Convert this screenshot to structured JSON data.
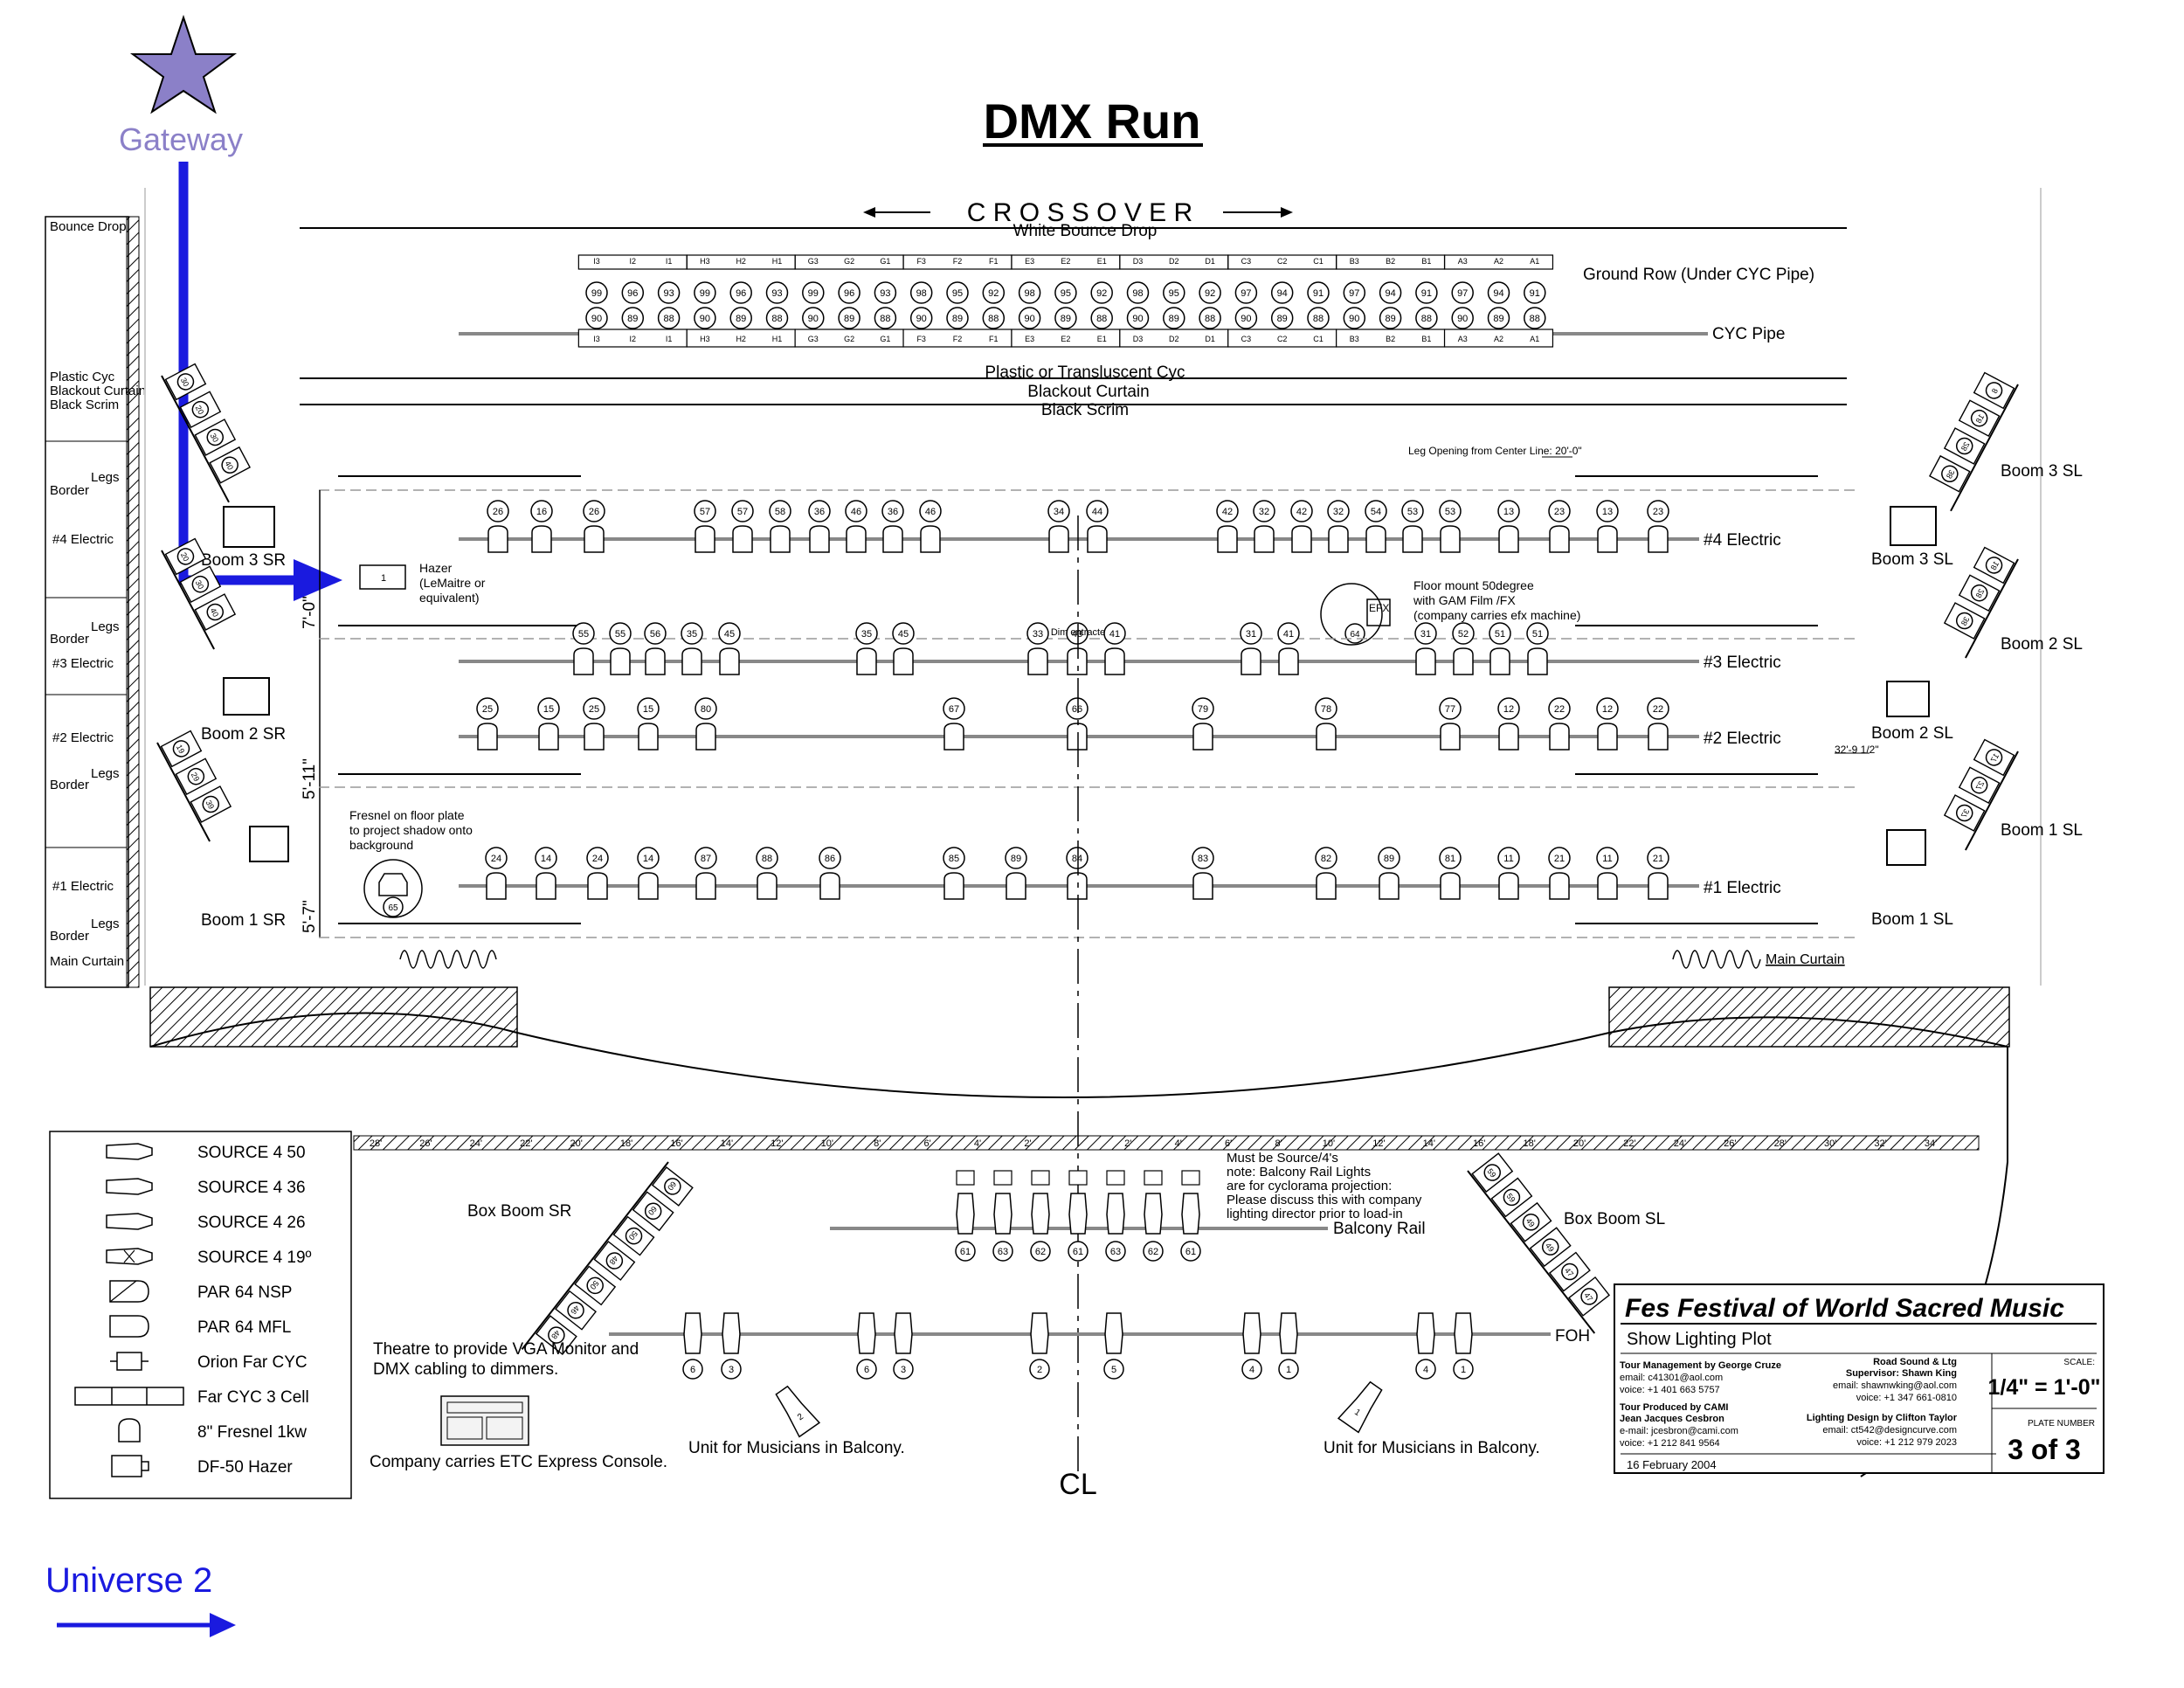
{
  "title": "DMX Run",
  "gateway": {
    "label": "Gateway",
    "color": "#8b80c8"
  },
  "universe": {
    "label": "Universe 2",
    "color": "#1a1adf"
  },
  "crossover": "C R O S S O V E R",
  "drops": {
    "white_bounce": "White Bounce Drop",
    "ground_row": "Ground Row  (Under CYC Pipe)",
    "cyc_pipe": "CYC Pipe",
    "plastic_cyc": "Plastic or Transluscent Cyc",
    "blackout": "Blackout Curtain",
    "black_scrim": "Black Scrim"
  },
  "section_labels": {
    "bounce_drop": "Bounce Drop",
    "plastic_cyc": "Plastic Cyc",
    "blackout_curtain": "Blackout Curtain",
    "black_scrim": "Black Scrim",
    "legs": "Legs",
    "border": "Border",
    "e4": "#4 Electric",
    "e3": "#3 Electric",
    "e2": "#2 Electric",
    "e1": "#1 Electric",
    "main_curtain": "Main Curtain"
  },
  "pipes": {
    "e4": "#4 Electric",
    "e3": "#3 Electric",
    "e2": "#2 Electric",
    "e1": "#1 Electric",
    "main_curtain": "Main Curtain",
    "balcony_rail": "Balcony Rail",
    "foh": "FOH"
  },
  "booms": {
    "boom3sr": "Boom 3 SR",
    "boom2sr": "Boom 2 SR",
    "boom1sr": "Boom 1 SR",
    "boom3sl_top": "Boom 3 SL",
    "boom3sl": "Boom 3 SL",
    "boom2sl_top": "Boom 2 SL",
    "boom2sl": "Boom 2 SL",
    "boom1sl_top": "Boom 1 SL",
    "boom1sl": "Boom 1 SL",
    "boxboom_sr": "Box Boom SR",
    "boxboom_sl": "Box Boom SL"
  },
  "dims": {
    "d1": "7'-0\"",
    "d2": "5'-11\"",
    "d3": "5'-7\"",
    "leg_opening": "Leg Opening from Center Line:  20'-0\"",
    "width": "32'-9 1/2\""
  },
  "notes": {
    "hazer": "Hazer\n(LeMaitre or\nequivalent)",
    "floor_mount": "Floor mount 50degree\nwith GAM Film /FX\n(company carries efx machine)",
    "fresnel": "Fresnel on floor plate\nto project shadow onto\nbackground",
    "balcony": "Must be Source/4's\nnote: Balcony Rail Lights\nare for cyclorama projection:\nPlease discuss this with company\nlighting director prior to load-in",
    "vga": "Theatre to provide VGA Monitor and\nDMX cabling to dimmers.",
    "console": "Company carries ETC Express Console.",
    "musicians_left": "Unit for Musicians in Balcony.",
    "musicians_right": "Unit for Musicians in Balcony.",
    "centerline": "CL",
    "efx": "EFX",
    "dim_entracte": "Dim entracte"
  },
  "legend": [
    {
      "icon": "source4-50-icon",
      "label": "SOURCE 4 50"
    },
    {
      "icon": "source4-36-icon",
      "label": "SOURCE 4 36"
    },
    {
      "icon": "source4-26-icon",
      "label": "SOURCE 4 26"
    },
    {
      "icon": "source4-19-icon",
      "label": "SOURCE 4 19º"
    },
    {
      "icon": "par64-nsp-icon",
      "label": "PAR 64 NSP"
    },
    {
      "icon": "par64-mfl-icon",
      "label": "PAR 64 MFL"
    },
    {
      "icon": "orion-cyc-icon",
      "label": "Orion Far CYC"
    },
    {
      "icon": "far-cyc-icon",
      "label": "Far CYC 3 Cell"
    },
    {
      "icon": "fresnel-icon",
      "label": "8\" Fresnel 1kw"
    },
    {
      "icon": "hazer-icon",
      "label": "DF-50 Hazer"
    }
  ],
  "title_block": {
    "show": "Fes  Festival of World Sacred Music",
    "subtitle": "Show Lighting Plot",
    "tour_mgmt": "Tour Management by George Cruze",
    "tour_email": "email: c41301@aol.com",
    "tour_voice": "voice: +1 401 663 5757",
    "produced": "Tour Produced by CAMI",
    "producer": "Jean Jacques Cesbron",
    "prod_email": "e-mail: jcesbron@cami.com",
    "prod_voice": "voice: +1 212 841 9564",
    "date": "16 February 2004",
    "road": "Road Sound & Ltg",
    "supervisor": "Supervisor: Shawn King",
    "sup_email": "email: shawnwking@aol.com",
    "sup_voice": "voice: +1 347 661-0810",
    "designer": "Lighting Design by Clifton Taylor",
    "des_email": "email: ct542@designcurve.com",
    "des_voice": "voice: +1 212 979 2023",
    "scale_label": "SCALE:",
    "scale": "1/4\" = 1'-0\"",
    "plate_label": "PLATE NUMBER",
    "plate": "3  of 3"
  },
  "ruler_labels": [
    "28'",
    "26'",
    "24'",
    "22'",
    "20'",
    "18'",
    "16'",
    "14'",
    "12'",
    "10'",
    "8'",
    "6'",
    "4'",
    "2'",
    "",
    "2'",
    "4'",
    "6'",
    "8'",
    "10'",
    "12'",
    "14'",
    "16'",
    "18'",
    "20'",
    "22'",
    "24'",
    "26'",
    "28'",
    "30'",
    "32'",
    "34'"
  ],
  "cyc_units": [
    "I3",
    "I2",
    "I1",
    "H3",
    "H2",
    "H1",
    "G3",
    "G2",
    "G1",
    "F3",
    "F2",
    "F1",
    "E3",
    "E2",
    "E1",
    "D3",
    "D2",
    "D1",
    "C3",
    "C2",
    "C1",
    "B3",
    "B2",
    "B1",
    "A3",
    "A2",
    "A1"
  ],
  "ground_row_channels": [
    "99",
    "96",
    "93",
    "99",
    "96",
    "93",
    "99",
    "96",
    "93",
    "98",
    "95",
    "92",
    "98",
    "95",
    "92",
    "98",
    "95",
    "92",
    "97",
    "94",
    "91",
    "97",
    "94",
    "91",
    "97",
    "94",
    "91"
  ],
  "cyc_channels": [
    "90",
    "89",
    "88",
    "90",
    "89",
    "88",
    "90",
    "89",
    "88",
    "90",
    "89",
    "88",
    "90",
    "89",
    "88",
    "90",
    "89",
    "88",
    "90",
    "89",
    "88",
    "90",
    "89",
    "88",
    "90",
    "89",
    "88"
  ],
  "e4_channels": [
    "26",
    "16",
    "26",
    "57",
    "57",
    "58",
    "36",
    "46",
    "36",
    "46",
    "34",
    "44",
    "42",
    "32",
    "42",
    "32",
    "54",
    "53",
    "53",
    "13",
    "23",
    "13",
    "23"
  ],
  "e3_channels": [
    "55",
    "55",
    "56",
    "35",
    "45",
    "35",
    "45",
    "33",
    "43",
    "41",
    "31",
    "41",
    "31",
    "52",
    "51",
    "51"
  ],
  "e2_channels": [
    "25",
    "15",
    "25",
    "15",
    "80",
    "67",
    "66",
    "79",
    "78",
    "77",
    "12",
    "22",
    "12",
    "22"
  ],
  "e1_channels": [
    "24",
    "14",
    "24",
    "14",
    "87",
    "88",
    "86",
    "85",
    "89",
    "84",
    "83",
    "82",
    "89",
    "81",
    "11",
    "21",
    "11",
    "21"
  ],
  "balcony_channels": [
    "61",
    "63",
    "62",
    "61",
    "63",
    "62",
    "61"
  ],
  "foh_channels": [
    "6",
    "3",
    "6",
    "3",
    "2",
    "5",
    "4",
    "1",
    "4",
    "1"
  ],
  "boxboom_sr_channels": [
    "60",
    "60",
    "50",
    "48",
    "50",
    "46",
    "48"
  ],
  "boxboom_sl_channels": [
    "59",
    "59",
    "49",
    "49",
    "47",
    "47"
  ],
  "boom3sr_channels": [
    "30",
    "20",
    "30",
    "40"
  ],
  "boom2sr_channels": [
    "20",
    "30",
    "40"
  ],
  "boom1sr_channels": [
    "19",
    "29",
    "39"
  ],
  "boom3sl_channels": [
    "8",
    "18",
    "28",
    "38"
  ],
  "boom2sl_channels": [
    "18",
    "28",
    "38"
  ],
  "boom1sl_channels": [
    "17",
    "27",
    "37"
  ],
  "floor_channels": {
    "shadow": "65",
    "efx": "64"
  }
}
